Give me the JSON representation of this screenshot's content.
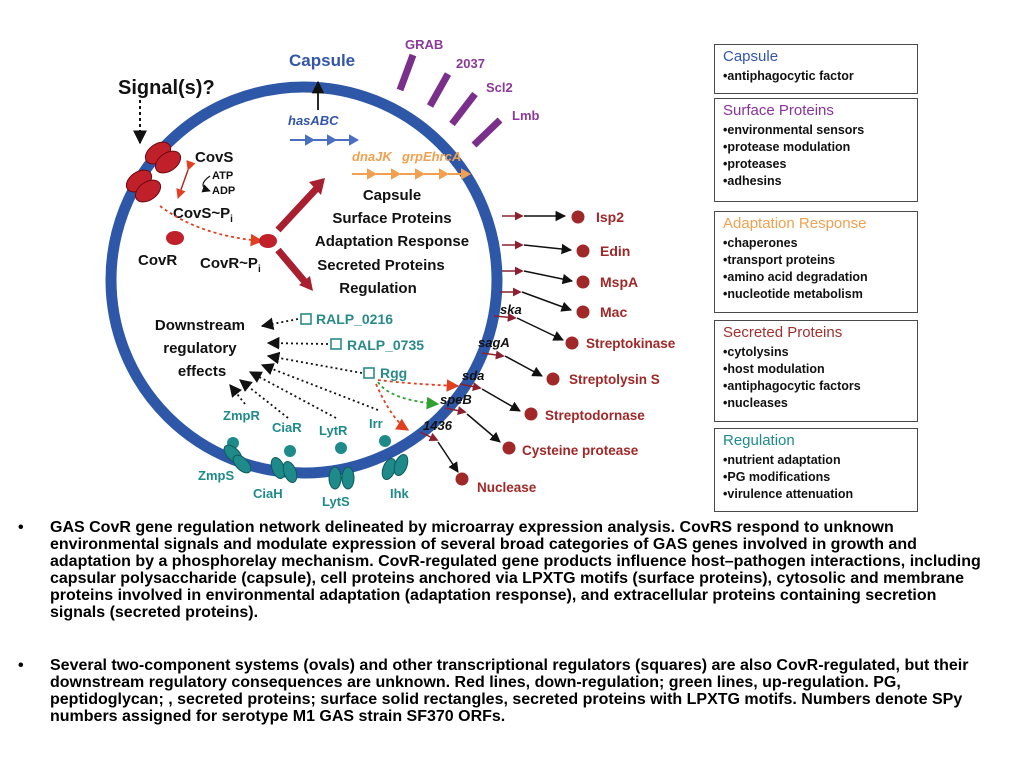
{
  "diagram": {
    "signal_label": "Signal(s)?",
    "capsule_label": "Capsule",
    "surface_labels": [
      "GRAB",
      "2037",
      "Scl2",
      "Lmb"
    ],
    "gene_labels": {
      "hasABC": "hasABC",
      "dnaJK": "dnaJK",
      "grpEhrcA": "grpEhrcA"
    },
    "covs": {
      "covs": "CovS",
      "atp": "ATP",
      "adp": "ADP",
      "covs_p": "CovS~P",
      "covs_p_sub": "i",
      "covr": "CovR",
      "covr_p": "CovR~P",
      "covr_p_sub": "i"
    },
    "categories": [
      "Capsule",
      "Surface Proteins",
      "Adaptation Response",
      "Secreted Proteins",
      "Regulation"
    ],
    "targets": [
      "Isp2",
      "Edin",
      "MspA",
      "Mac",
      "Streptokinase",
      "Streptolysin S",
      "Streptodornase",
      "Cysteine protease",
      "Nuclease"
    ],
    "target_genes": {
      "ska": "ska",
      "sagA": "sagA",
      "sda": "sda",
      "speB": "speB",
      "n1436": "1436"
    },
    "regulators": [
      "RALP_0216",
      "RALP_0735",
      "Rgg"
    ],
    "downstream_lines": [
      "Downstream",
      "regulatory",
      "effects"
    ],
    "tcs_top": [
      "ZmpR",
      "CiaR",
      "LytR",
      "Irr"
    ],
    "tcs_bottom": [
      "ZmpS",
      "CiaH",
      "LytS",
      "Ihk"
    ]
  },
  "legend": [
    {
      "title": "Capsule",
      "color": "#3355aa",
      "items": [
        "antiphagocytic factor"
      ]
    },
    {
      "title": "Surface Proteins",
      "color": "#883399",
      "items": [
        "environmental sensors",
        "protease modulation",
        "proteases",
        "adhesins"
      ]
    },
    {
      "title": "Adaptation Response",
      "color": "#f0a050",
      "items": [
        "chaperones",
        "transport proteins",
        "amino acid degradation",
        "nucleotide metabolism"
      ]
    },
    {
      "title": "Secreted Proteins",
      "color": "#a03030",
      "items": [
        "cytolysins",
        "host modulation",
        "antiphagocytic factors",
        "nucleases"
      ]
    },
    {
      "title": "Regulation",
      "color": "#1e8a8a",
      "items": [
        "nutrient adaptation",
        "PG modifications",
        "virulence attenuation"
      ]
    }
  ],
  "caption": {
    "bullet": "•",
    "paragraph1": "GAS CovR gene regulation network delineated by microarray expression analysis. CovRS respond to unknown environmental signals and modulate expression of several broad categories of GAS genes involved in growth and adaptation by a phosphorelay mechanism. CovR-regulated gene products influence host–pathogen interactions, including capsular polysaccharide (capsule), cell proteins anchored via LPXTG motifs (surface proteins), cytosolic and membrane proteins involved in environmental adaptation (adaptation response), and extracellular proteins containing secretion signals (secreted proteins).",
    "paragraph2": "Several two-component systems (ovals) and other transcriptional regulators (squares) are also CovR-regulated, but their downstream regulatory consequences are unknown. Red lines, down-regulation; green lines, up-regulation. PG, peptidoglycan;    , secreted proteins; surface solid rectangles, secreted proteins with LPXTG motifs. Numbers denote SPy numbers assigned for serotype M1 GAS strain SF370 ORFs."
  },
  "colors": {
    "membrane": "#2e57a8",
    "capsule_text": "#3355aa",
    "surface": "#7a2f8a",
    "adaptation": "#f0a050",
    "secreted": "#a02828",
    "regulation": "#1e8a8a",
    "regulator_box": "#2a8a8a",
    "red_line": "#e04020",
    "green_line": "#30a030"
  }
}
